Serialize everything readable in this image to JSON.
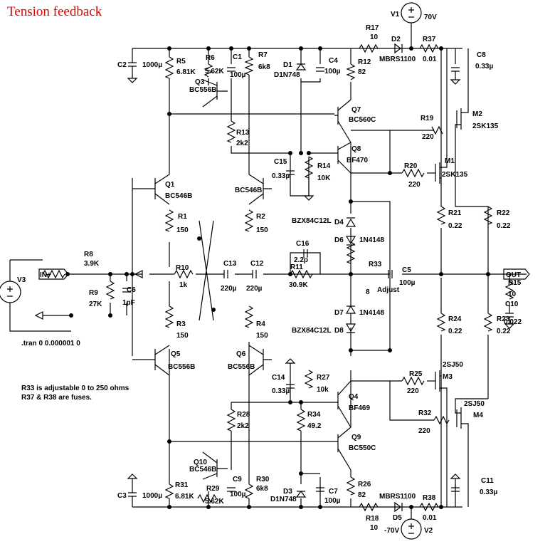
{
  "title": "Tension feedback",
  "notes": {
    "tran": ".tran 0 0.000001 0",
    "r33": "R33 is adjustable 0 to 250 ohms",
    "fuses": "R37 & R38 are fuses."
  },
  "ports": {
    "in": "IN+",
    "out": "OUT"
  },
  "sources": {
    "v1": {
      "name": "V1",
      "value": "70V"
    },
    "v2": {
      "name": "V2",
      "value": "-70V"
    },
    "v3": {
      "name": "V3"
    }
  },
  "resistors": {
    "r1": [
      "R1",
      "150"
    ],
    "r2": [
      "R2",
      "150"
    ],
    "r3": [
      "R3",
      "150"
    ],
    "r4": [
      "R4",
      "150"
    ],
    "r5": [
      "R5",
      "6.81K"
    ],
    "r6": [
      "R6",
      "5.62K"
    ],
    "r7": [
      "R7",
      "6k8"
    ],
    "r8": [
      "R8",
      "3.9K"
    ],
    "r9": [
      "R9",
      "27K"
    ],
    "r10": [
      "R10",
      "1k"
    ],
    "r11": [
      "R11",
      "30.9K"
    ],
    "r12": [
      "R12",
      "82"
    ],
    "r13": [
      "R13",
      "2k2"
    ],
    "r14": [
      "R14",
      "10K"
    ],
    "r15": [
      "R15",
      "10"
    ],
    "r17": [
      "R17",
      "10"
    ],
    "r18": [
      "R18",
      "10"
    ],
    "r19": [
      "R19",
      "220"
    ],
    "r20": [
      "R20",
      "220"
    ],
    "r21": [
      "R21",
      "0.22"
    ],
    "r22": [
      "R22",
      "0.22"
    ],
    "r23": [
      "R23",
      "0.22"
    ],
    "r24": [
      "R24",
      "0.22"
    ],
    "r25": [
      "R25",
      "220"
    ],
    "r26": [
      "R26",
      "82"
    ],
    "r27": [
      "R27",
      "10k"
    ],
    "r28": [
      "R28",
      "2k2"
    ],
    "r29": [
      "R29",
      "5.62K"
    ],
    "r30": [
      "R30",
      "6k8"
    ],
    "r31": [
      "R31",
      "6.81K"
    ],
    "r32": [
      "R32",
      "220"
    ],
    "r33": [
      "R33",
      "8"
    ],
    "r34": [
      "R34",
      "49.2"
    ],
    "r37": [
      "R37",
      "0.01"
    ],
    "r38": [
      "R38",
      "0.01"
    ]
  },
  "capacitors": {
    "c1": [
      "C1",
      "100µ"
    ],
    "c2": [
      "C2",
      "1000µ"
    ],
    "c3": [
      "C3",
      "1000µ"
    ],
    "c4": [
      "C4",
      "100µ"
    ],
    "c5": [
      "C5",
      "100µ"
    ],
    "c6": [
      "C6",
      "1pF"
    ],
    "c7": [
      "C7",
      "100µ"
    ],
    "c8": [
      "C8",
      "0.33µ"
    ],
    "c9": [
      "C9",
      "100µ"
    ],
    "c10": [
      "C10",
      "0.022"
    ],
    "c11": [
      "C11",
      "0.33µ"
    ],
    "c12": [
      "C12",
      "220µ"
    ],
    "c13": [
      "C13",
      "220µ"
    ],
    "c14": [
      "C14",
      "0.33µ"
    ],
    "c15": [
      "C15",
      "0.33µ"
    ],
    "c16": [
      "C16",
      "2.2p"
    ]
  },
  "transistors": {
    "q1": [
      "Q1",
      "BC546B"
    ],
    "q2": [
      "",
      "BC546B"
    ],
    "q3": [
      "Q3",
      "BC556B"
    ],
    "q4": [
      "Q4",
      "BF469"
    ],
    "q5": [
      "Q5",
      "BC556B"
    ],
    "q6": [
      "Q6",
      "BC556B"
    ],
    "q7": [
      "Q7",
      "BC560C"
    ],
    "q8": [
      "Q8",
      "BF470"
    ],
    "q9": [
      "Q9",
      "BC550C"
    ],
    "q10": [
      "Q10",
      "BC546B"
    ],
    "m1": [
      "M1",
      "2SK135"
    ],
    "m2": [
      "M2",
      "2SK135"
    ],
    "m3": [
      "M3",
      "2SJ50"
    ],
    "m4": [
      "M4",
      "2SJ50"
    ]
  },
  "diodes": {
    "d1": [
      "D1",
      "D1N748"
    ],
    "d2": [
      "D2",
      "MBRS1100"
    ],
    "d3": [
      "D3",
      "D1N748"
    ],
    "d4": [
      "D4",
      "BZX84C12L"
    ],
    "d5": [
      "D5",
      "MBRS1100"
    ],
    "d6": [
      "D6",
      "1N4148"
    ],
    "d7": [
      "D7",
      "1N4148"
    ],
    "d8": [
      "D8",
      "BZX84C12L"
    ]
  },
  "adjust_label": "Adjust",
  "colors": {
    "title": "#e00000",
    "wire": "#000000",
    "background": "#ffffff"
  }
}
